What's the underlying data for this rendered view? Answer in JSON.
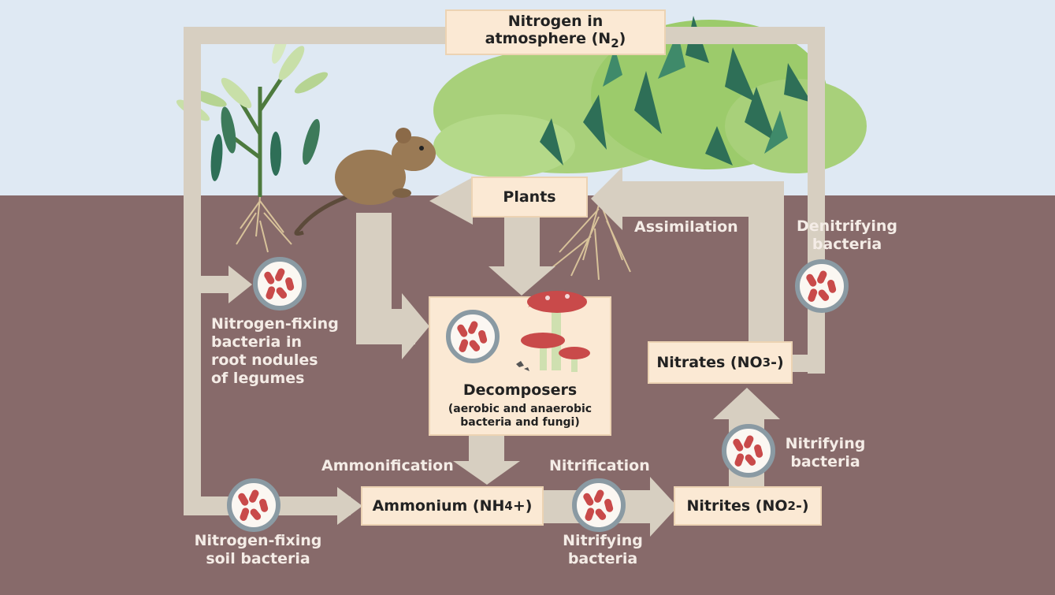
{
  "nodes": {
    "atmosphere": {
      "line1": "Nitrogen in",
      "line2_pre": "atmosphere (N",
      "line2_sub": "2",
      "line2_post": ")"
    },
    "plants": {
      "label": "Plants"
    },
    "decomposers": {
      "title": "Decomposers",
      "desc_line1": "(aerobic and anaerobic",
      "desc_line2": "bacteria and fungi)"
    },
    "ammonium": {
      "pre": "Ammonium (NH",
      "sub": "4",
      "post": "+)"
    },
    "nitrites": {
      "pre": "Nitrites (NO",
      "sub": "2",
      "post": "-)"
    },
    "nitrates": {
      "pre": "Nitrates (NO",
      "sub": "3",
      "post": "-)"
    }
  },
  "processes": {
    "assimilation": "Assimilation",
    "ammonification": "Ammonification",
    "nitrification": "Nitrification"
  },
  "bacteria": {
    "root_nodules": [
      "Nitrogen-fixing",
      "bacteria in",
      "root nodules",
      "of legumes"
    ],
    "soil": [
      "Nitrogen-fixing",
      "soil bacteria"
    ],
    "nitrifying_bottom": [
      "Nitrifying",
      "bacteria"
    ],
    "nitrifying_right": [
      "Nitrifying",
      "bacteria"
    ],
    "denitrifying": [
      "Denitrifying",
      "bacteria"
    ]
  },
  "colors": {
    "sky": "#dfe9f3",
    "soil": "#876a6a",
    "arrow": "#d7cfc1",
    "box_fill": "#fbe9d4",
    "bacteria": "#c94a4a",
    "foliage_light": "#a8d07a",
    "foliage_dark": "#2e6f57"
  },
  "icons": [
    "bacteria-icon",
    "mushroom-icon",
    "rodent-icon",
    "legume-plant-icon",
    "forest-foliage-icon",
    "roots-icon"
  ]
}
